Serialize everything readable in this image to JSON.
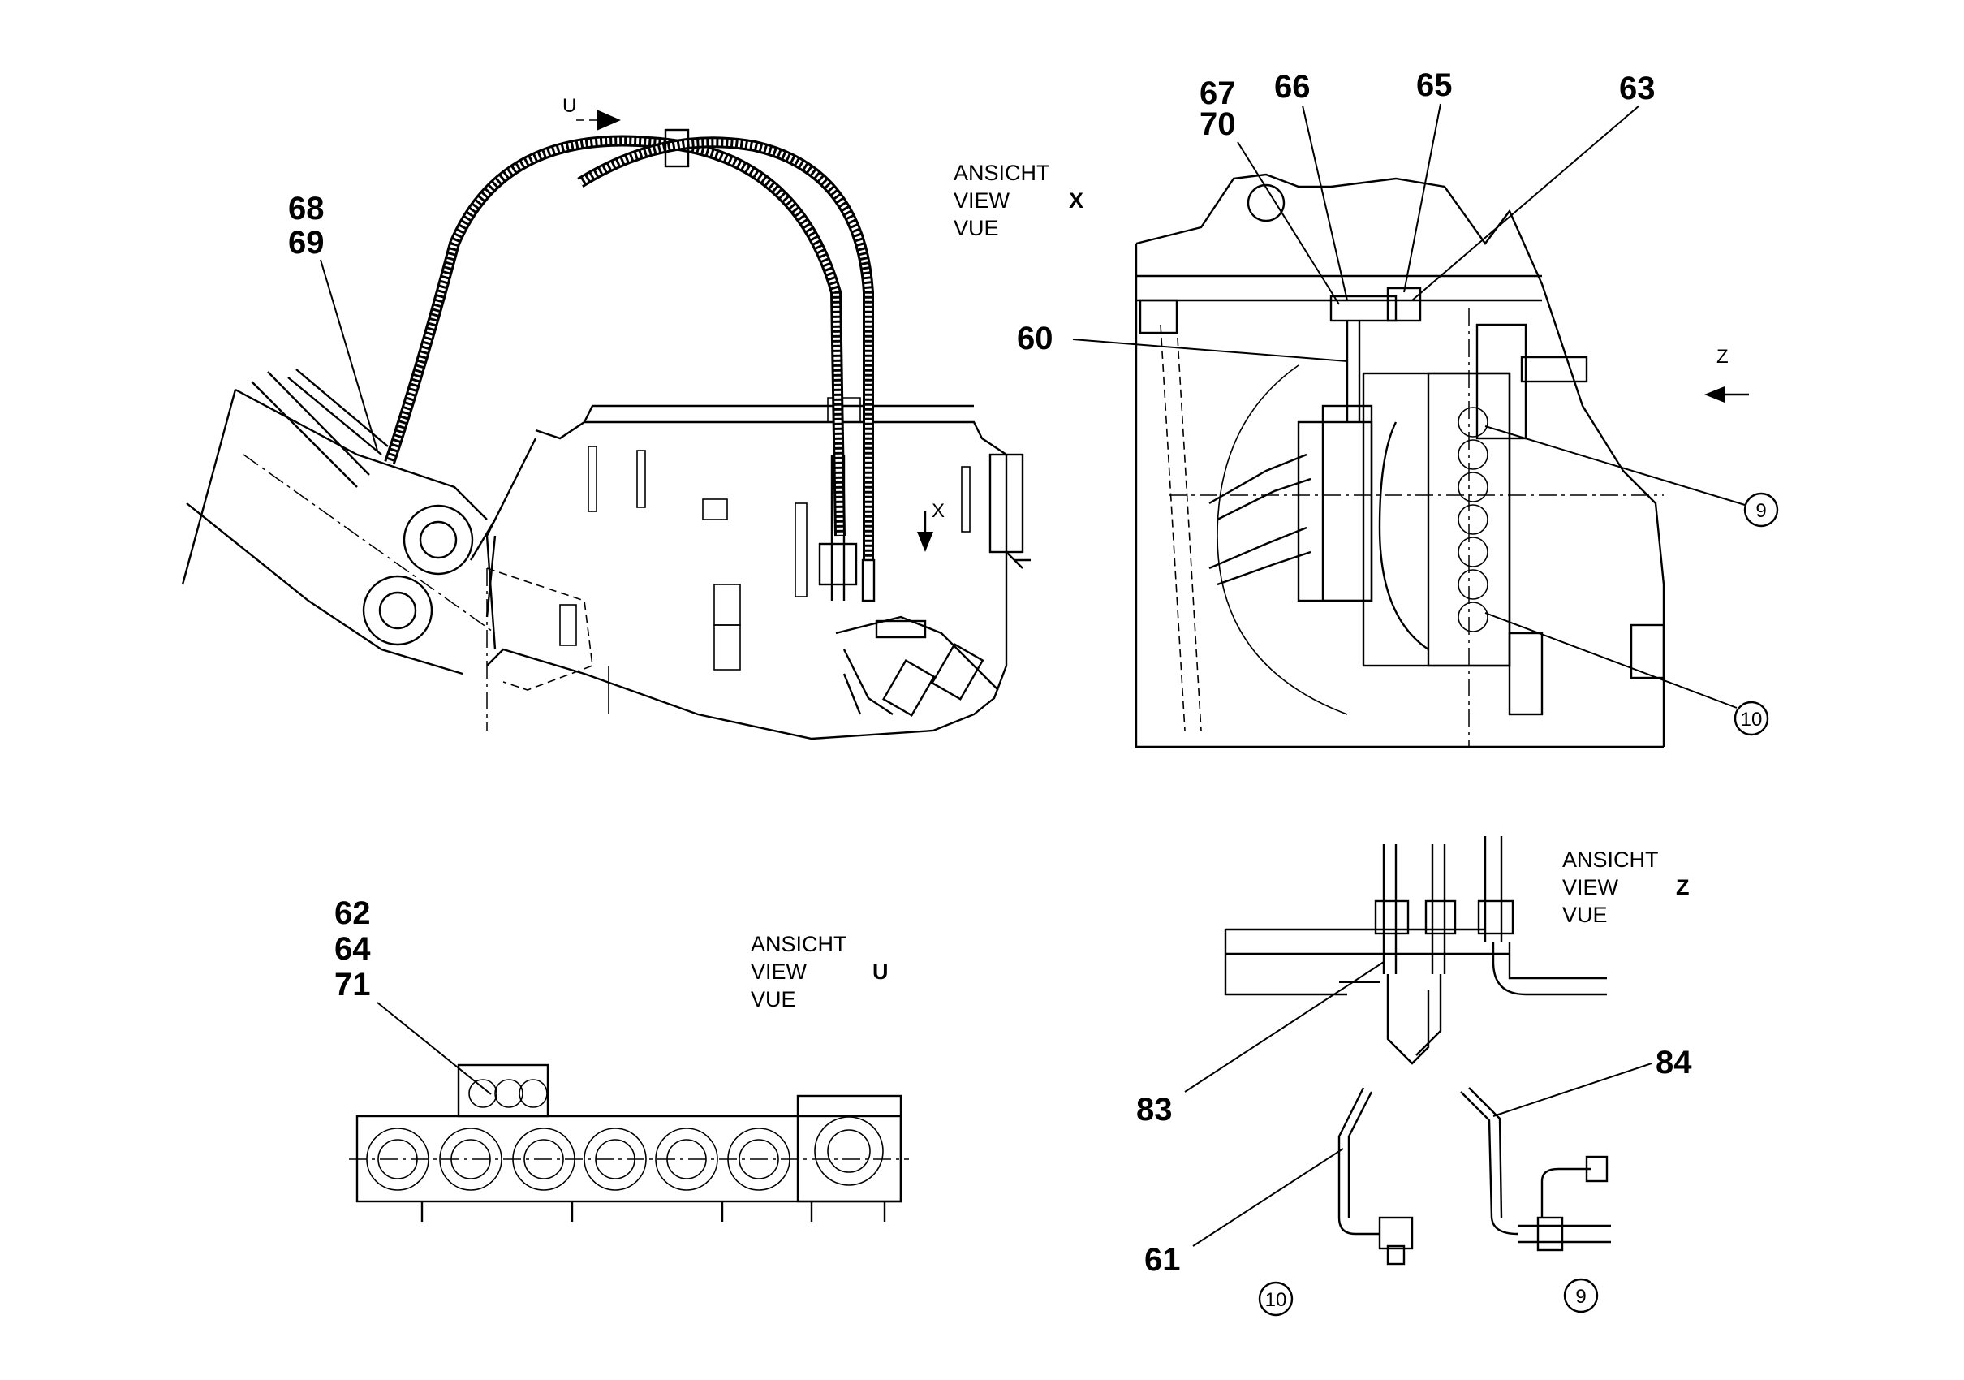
{
  "views": {
    "x": {
      "lines": [
        "ANSICHT",
        "VIEW",
        "VUE"
      ],
      "letter": "X"
    },
    "u": {
      "lines": [
        "ANSICHT",
        "VIEW",
        "VUE"
      ],
      "letter": "U"
    },
    "z": {
      "lines": [
        "ANSICHT",
        "VIEW",
        "VUE"
      ],
      "letter": "Z"
    }
  },
  "arrows": {
    "u": "U",
    "x": "X",
    "z": "Z"
  },
  "callouts": {
    "c68": "68",
    "c69": "69",
    "c67": "67",
    "c70": "70",
    "c66": "66",
    "c65": "65",
    "c63": "63",
    "c60": "60",
    "c62": "62",
    "c64": "64",
    "c71": "71",
    "c83": "83",
    "c84": "84",
    "c61": "61"
  },
  "circled": {
    "c9a": "9",
    "c10a": "10",
    "c10b": "10",
    "c9b": "9"
  }
}
